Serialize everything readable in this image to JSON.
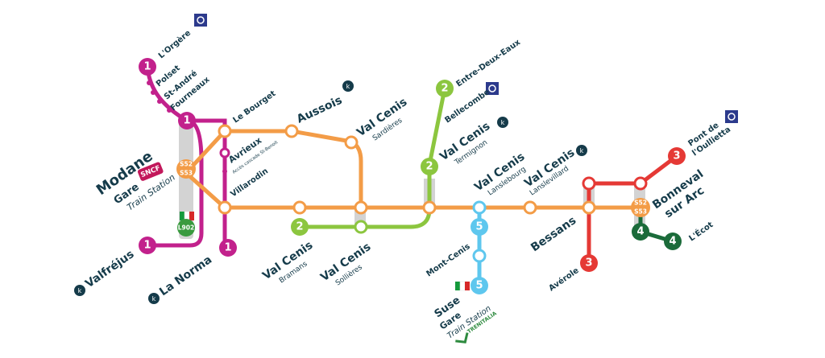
{
  "colors": {
    "line1": "#c2218c",
    "line2": "#8cc63f",
    "line3": "#e53935",
    "line4": "#1b6b3a",
    "line5": "#5ec7ee",
    "orange": "#f39c47",
    "navy": "#153b4a",
    "grey": "#d3d3d3"
  },
  "icons": [
    "ski-lift-icon",
    "ski-resort-icon"
  ],
  "lines": {
    "l1": "1",
    "l2": "2",
    "l3": "3",
    "l4": "4",
    "l5": "5"
  },
  "badges": {
    "s52": "S52",
    "s53": "S53",
    "l902": "L902"
  },
  "stations": {
    "orgere": "L'Orgère",
    "polset": "Polset",
    "standre": "St-André",
    "fourneaux": "Fourneaux",
    "modane": "Modane",
    "gare": "Gare",
    "sncf": "SNCF",
    "train_station": "Train Station",
    "valfrejus": "Valfréjus",
    "lanorma": "La Norma",
    "lebourget": "Le Bourget",
    "aussois": "Aussois",
    "avrieux": "Avrieux",
    "avrieux_sub": "Accès cascade St-Benoit",
    "villarodin": "Villarodin",
    "valcenis": "Val Cenis",
    "sardieres": "Sardières",
    "bramans": "Bramans",
    "sollieres": "Sollières",
    "entre_deux_eaux": "Entre-Deux-Eaux",
    "bellecombe": "Bellecombe",
    "termignon": "Termignon",
    "lanslebourg": "Lanslebourg",
    "lanslevillard": "Lanslevillard",
    "mont_cenis": "Mont-Cenis",
    "suse": "Suse",
    "suse_gare": "Gare",
    "suse_train_station": "Train Station",
    "trenitalia": "TRENITALIA",
    "bessans": "Bessans",
    "averole": "Avérole",
    "pont_de": "Pont de",
    "oullietta": "l'Oullietta",
    "bonneval": "Bonneval",
    "sur_arc": "sur Arc",
    "ecot": "L'Écot"
  }
}
